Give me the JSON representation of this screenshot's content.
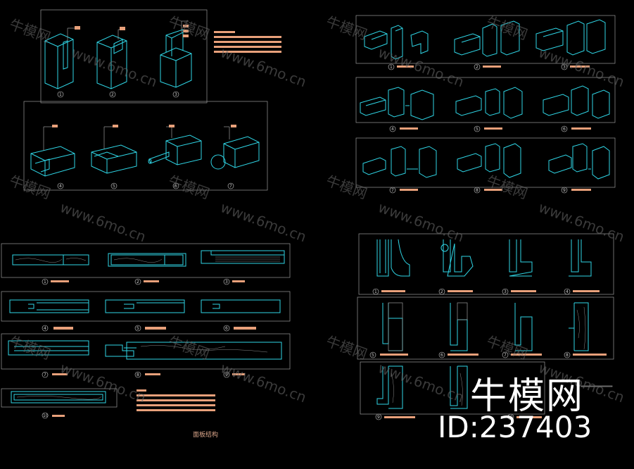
{
  "watermark": {
    "site": "www.6mo.cn",
    "brand": "牛模网",
    "id": "ID:237403"
  },
  "captions": {
    "panel_structure": "面板结构"
  },
  "joint_numbers_top_left": [
    "1",
    "2",
    "3",
    "4",
    "5",
    "6",
    "7"
  ],
  "board_numbers": [
    "1",
    "2",
    "3",
    "4",
    "5",
    "6",
    "7",
    "8",
    "9",
    "10"
  ],
  "joint_numbers_right": [
    "1",
    "2",
    "3",
    "4",
    "5",
    "6",
    "7",
    "8",
    "9"
  ],
  "section_numbers_right": [
    "1",
    "2",
    "3",
    "4",
    "5",
    "6",
    "7",
    "8",
    "9",
    "10"
  ],
  "colors": {
    "line": "#2fd6e6",
    "label": "#e8a07a",
    "frame": "#9a9a9a",
    "background": "#000000"
  }
}
